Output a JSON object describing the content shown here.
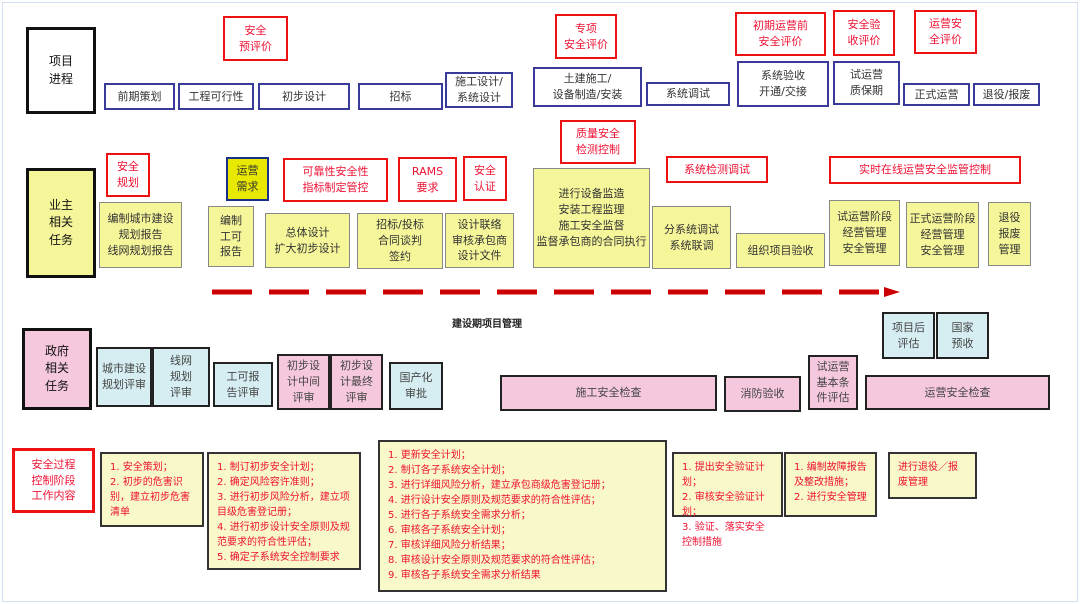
{
  "row_labels": {
    "project": "项目\n进程",
    "owner": "业主\n相关\n任务",
    "gov": "政府\n相关\n任务",
    "safety": "安全过程\n控制阶段\n工作内容"
  },
  "safety_evaluations": [
    "安全\n预评价",
    "专项\n安全评价",
    "初期运营前\n安全评价",
    "安全验\n收评价",
    "运营安\n全评价"
  ],
  "project_stages": [
    "前期策划",
    "工程可行性",
    "初步设计",
    "招标",
    "施工设计/\n系统设计",
    "土建施工/\n设备制造/安装",
    "系统调试",
    "系统验收\n开通/交接",
    "试运营\n质保期",
    "正式运营",
    "退役/报废"
  ],
  "owner_controls": [
    "安全\n规划",
    "运营\n需求",
    "可靠性安全性\n指标制定管控",
    "RAMS\n要求",
    "安全\n认证",
    "质量安全\n检测控制",
    "系统检测调试",
    "实时在线运营安全监管控制"
  ],
  "owner_tasks": [
    "编制城市建设\n规划报告\n线网规划报告",
    "编制\n工可\n报告",
    "总体设计\n扩大初步设计",
    "招标/投标\n合同谈判\n签约",
    "设计联络\n审核承包商\n设计文件",
    "进行设备监造\n安装工程监理\n施工安全监督\n监督承包商的合同执行",
    "分系统调试\n系统联调",
    "组织项目验收",
    "试运营阶段\n经营管理\n安全管理",
    "正式运营阶段\n经营管理\n安全管理",
    "退役\n报废\n管理"
  ],
  "timeline_caption": "建设期项目管理",
  "gov_tasks": [
    "城市建设\n规划评审",
    "线网\n规划\n评审",
    "工可报\n告评审",
    "初步设\n计中间\n评审",
    "初步设\n计最终\n评审",
    "国产化\n审批",
    "施工安全检查",
    "消防验收",
    "试运营\n基本条\n件评估",
    "运营安全检查",
    "项目后\n评估",
    "国家\n预收"
  ],
  "safety_work": [
    "1. 安全策划；\n2. 初步的危害识别，建立初步危害清单",
    "1. 制订初步安全计划；\n2. 确定风险容许准则；\n3. 进行初步风险分析，建立项目级危害登记册；\n4. 进行初步设计安全原则及规范要求的符合性评估；\n5. 确定子系统安全控制要求",
    "1. 更新安全计划；\n2. 制订各子系统安全计划；\n3. 进行详细风险分析，建立承包商级危害登记册；\n4. 进行设计安全原则及规范要求的符合性评估；\n5. 进行各子系统安全需求分析；\n6. 审核各子系统安全计划；\n7. 审核详细风险分析结果；\n8. 审核设计安全原则及规范要求的符合性评估；\n9. 审核各子系统安全需求分析结果",
    "1. 提出安全验证计划；\n2. 审核安全验证计划；\n3. 验证、落实安全控制措施",
    "1. 编制故障报告及整改措施；\n2. 进行安全管理",
    "进行退役／报废管理"
  ],
  "colors": {
    "red": "#ee1111",
    "blue_border": "#3a3a9a",
    "yellow": "#f5f59a",
    "pink": "#f5c8de",
    "cyan": "#d6eef2",
    "arrow": "#cc0000"
  }
}
